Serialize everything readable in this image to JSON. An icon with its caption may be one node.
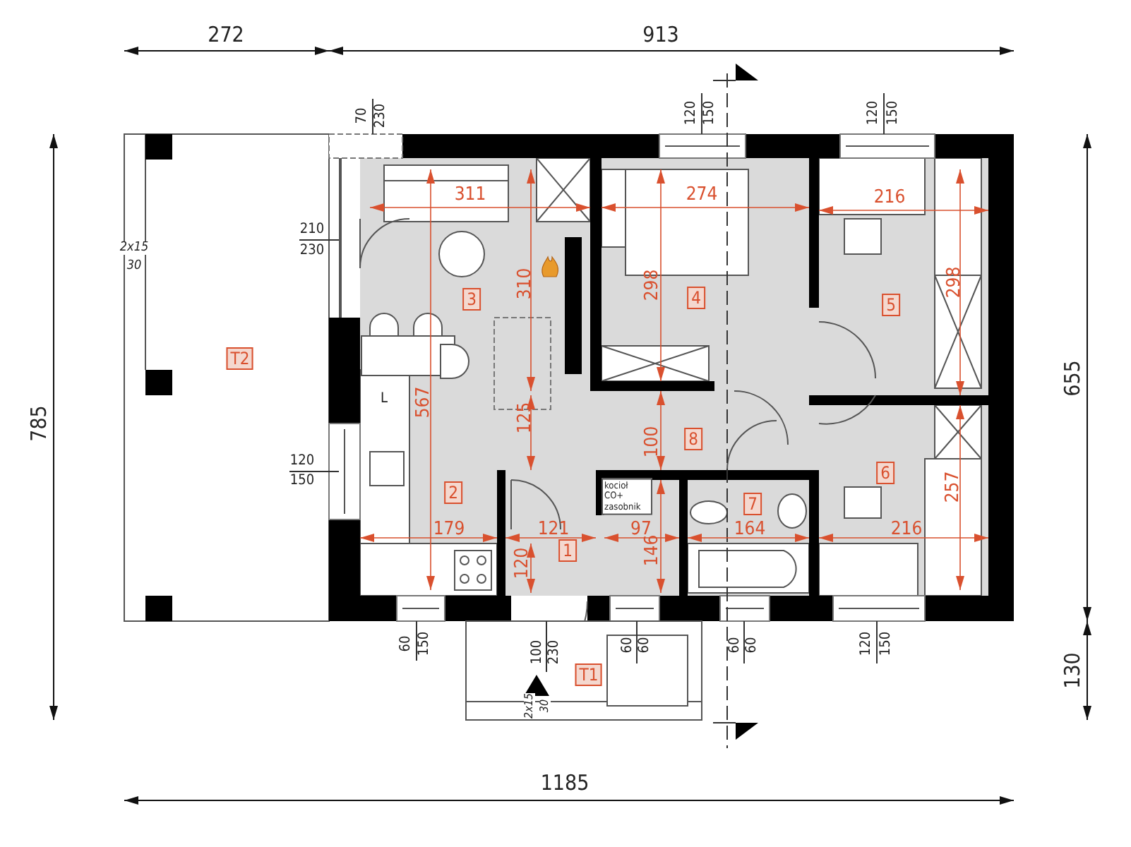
{
  "diagram": {
    "nodes": [
      {
        "text": [
          "3"
        ]
      },
      {
        "text": [
          "4"
        ]
      },
      {
        "text": [
          "5"
        ]
      },
      {
        "text": [
          "T2"
        ]
      },
      {
        "text": [
          "8"
        ]
      },
      {
        "text": [
          "6"
        ]
      },
      {
        "text": [
          "2"
        ]
      },
      {
        "text": [
          "kocioł CO+ zasobnik"
        ]
      },
      {
        "text": [
          "7"
        ]
      },
      {
        "text": [
          "1"
        ]
      },
      {
        "text": [
          "T1"
        ]
      }
    ],
    "labels": [
      "272",
      "913",
      "70",
      "230",
      "120",
      "150",
      "120",
      "150",
      "311",
      "274",
      "216",
      "2x15",
      "30",
      "210",
      "230",
      "310",
      "298",
      "298",
      "655",
      "785",
      "567",
      "L",
      "125",
      "100",
      "120",
      "150",
      "257",
      "179",
      "121",
      "97",
      "164",
      "216",
      "120",
      "146",
      "60",
      "150",
      "100",
      "230",
      "60",
      "60",
      "60",
      "60",
      "120",
      "150",
      "130",
      "2x15",
      "30",
      "1185"
    ]
  }
}
